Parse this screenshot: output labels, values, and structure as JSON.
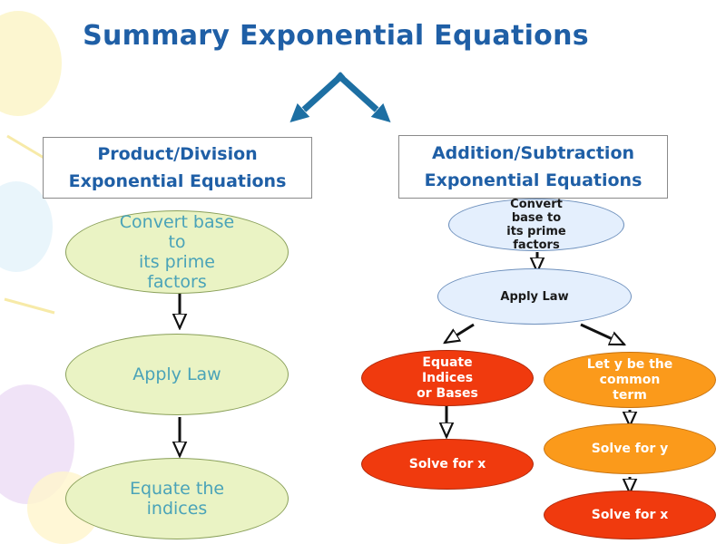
{
  "title": "Summary Exponential Equations",
  "left_branch": {
    "heading": [
      "Product/Division",
      "Exponential Equations"
    ],
    "steps": [
      [
        "Convert base",
        "to",
        "its prime",
        "factors"
      ],
      [
        "Apply Law"
      ],
      [
        "Equate the",
        "indices"
      ]
    ]
  },
  "right_branch": {
    "heading": [
      "Addition/Subtraction",
      "Exponential Equations"
    ],
    "convert": [
      "Convert",
      "base to",
      "its prime",
      "factors"
    ],
    "apply": [
      "Apply Law"
    ],
    "left_path": {
      "equate": [
        "Equate",
        "Indices",
        "or Bases"
      ],
      "solve": [
        "Solve for x"
      ]
    },
    "right_path": {
      "let_y": [
        "Let y be the",
        "common",
        "term"
      ],
      "solve_y": [
        "Solve for y"
      ],
      "solve_x": [
        "Solve for x"
      ]
    }
  },
  "colors": {
    "title": "#1f5fa6",
    "arrow_blue": "#1d6fa3",
    "green_node": "#eaf3c4",
    "blue_node": "#e4effd",
    "red_node": "#f03a0e",
    "orange_node": "#fb9a1b"
  }
}
